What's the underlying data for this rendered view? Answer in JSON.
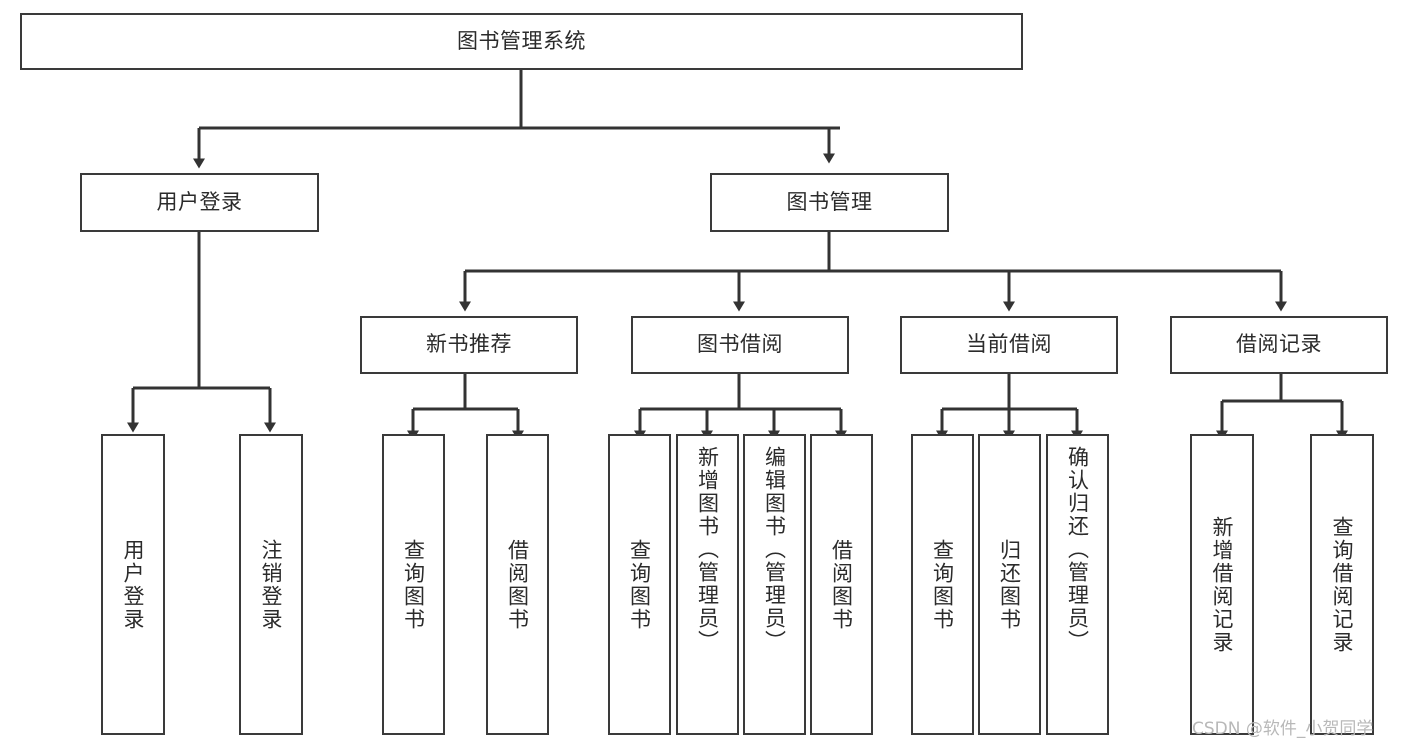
{
  "diagram": {
    "title": "图书管理系统",
    "type": "tree",
    "watermark": "CSDN @软件_小贺同学",
    "colors": {
      "box_border": "#3a3a3a",
      "box_fill": "#ffffff",
      "edge": "#333333",
      "text": "#2b2b2b",
      "watermark": "#b8b8b8",
      "background": "#ffffff"
    },
    "nodes": {
      "root": {
        "label": "图书管理系统",
        "orientation": "horizontal"
      },
      "level1": [
        {
          "id": "user-login",
          "label": "用户登录",
          "orientation": "horizontal"
        },
        {
          "id": "book-manage",
          "label": "图书管理",
          "orientation": "horizontal"
        }
      ],
      "level2": [
        {
          "id": "new-book-rec",
          "label": "新书推荐",
          "orientation": "horizontal"
        },
        {
          "id": "book-borrow",
          "label": "图书借阅",
          "orientation": "horizontal"
        },
        {
          "id": "current-borrow",
          "label": "当前借阅",
          "orientation": "horizontal"
        },
        {
          "id": "borrow-record",
          "label": "借阅记录",
          "orientation": "horizontal"
        }
      ],
      "leaves": [
        {
          "id": "leaf-user-login",
          "label": "用户登录",
          "parent": "user-login",
          "orientation": "vertical"
        },
        {
          "id": "leaf-user-logout",
          "label": "注销登录",
          "parent": "user-login",
          "orientation": "vertical"
        },
        {
          "id": "leaf-query-book-1",
          "label": "查询图书",
          "parent": "new-book-rec",
          "orientation": "vertical"
        },
        {
          "id": "leaf-borrow-book-1",
          "label": "借阅图书",
          "parent": "new-book-rec",
          "orientation": "vertical"
        },
        {
          "id": "leaf-query-book-2",
          "label": "查询图书",
          "parent": "book-borrow",
          "orientation": "vertical"
        },
        {
          "id": "leaf-add-book",
          "label": "新增图书（管理员）",
          "parent": "book-borrow",
          "orientation": "vertical"
        },
        {
          "id": "leaf-edit-book",
          "label": "编辑图书（管理员）",
          "parent": "book-borrow",
          "orientation": "vertical"
        },
        {
          "id": "leaf-borrow-book-2",
          "label": "借阅图书",
          "parent": "book-borrow",
          "orientation": "vertical"
        },
        {
          "id": "leaf-query-book-3",
          "label": "查询图书",
          "parent": "current-borrow",
          "orientation": "vertical"
        },
        {
          "id": "leaf-return-book",
          "label": "归还图书",
          "parent": "current-borrow",
          "orientation": "vertical"
        },
        {
          "id": "leaf-confirm-return",
          "label": "确认归还（管理员）",
          "parent": "current-borrow",
          "orientation": "vertical"
        },
        {
          "id": "leaf-add-record",
          "label": "新增借阅记录",
          "parent": "borrow-record",
          "orientation": "vertical"
        },
        {
          "id": "leaf-query-record",
          "label": "查询借阅记录",
          "parent": "borrow-record",
          "orientation": "vertical"
        }
      ]
    }
  }
}
